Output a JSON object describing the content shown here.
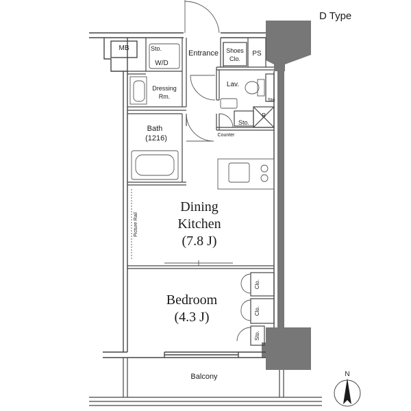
{
  "plan_type": "D Type",
  "rooms": {
    "mb": "MB",
    "sto_wd": "Sto.",
    "wd": "W/D",
    "entrance": "Entrance",
    "shoes_1": "Shoes",
    "shoes_2": "Clo.",
    "ps": "PS",
    "dressing_1": "Dressing",
    "dressing_2": "Rm.",
    "lav": "Lav.",
    "sto_toilet": "Sto",
    "sto_counter": "Sto.",
    "r": "R",
    "counter": "Counter",
    "bath_1": "Bath",
    "bath_2": "(1216)",
    "picture_rail": "Picture Rail",
    "dining_1": "Dining",
    "dining_2": "Kitchen",
    "dining_3": "(7.8 J)",
    "bedroom_1": "Bedroom",
    "bedroom_2": "(4.3 J)",
    "clo_1": "Clo.",
    "clo_2": "Clo.",
    "sto_bedroom": "Sto.",
    "balcony": "Balcony"
  },
  "compass": {
    "label": "N"
  },
  "colors": {
    "wall": "#777777",
    "line": "#444444",
    "thin": "#777777"
  }
}
